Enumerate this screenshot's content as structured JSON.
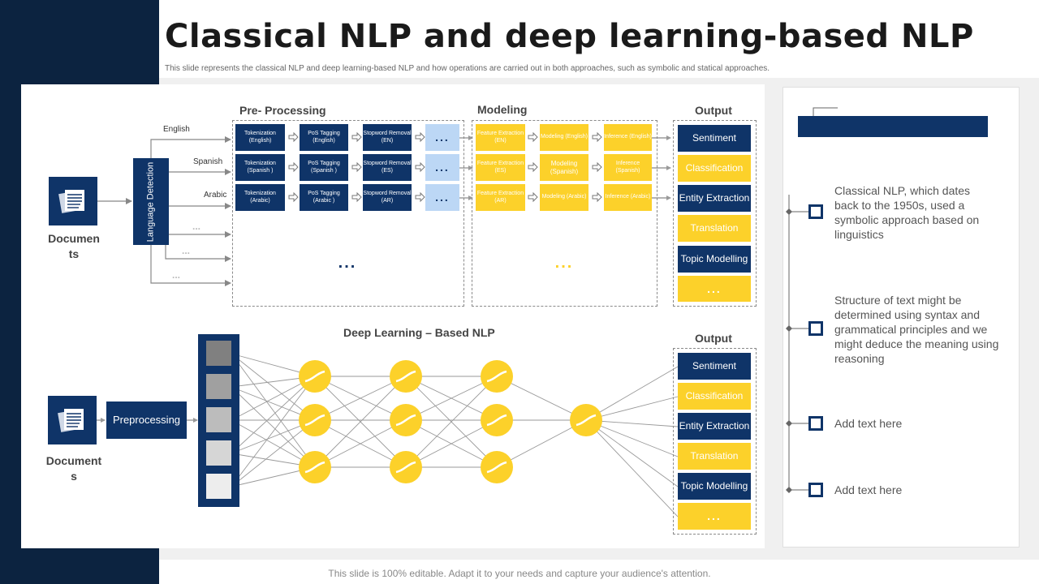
{
  "title": "Classical NLP and deep learning-based NLP",
  "subtitle": "This slide represents the classical NLP and deep learning-based NLP and how operations are carried out in both approaches, such as symbolic and statical approaches.",
  "footer": "This slide is 100% editable. Adapt it to your needs and capture your audience's attention.",
  "classical": {
    "documents_label_line1": "Documen",
    "documents_label_line2": "ts",
    "language_detection": "Language Detection",
    "languages": [
      "English",
      "Spanish",
      "Arabic"
    ],
    "more_dots": "...",
    "preprocessing_header": "Pre- Processing",
    "modeling_header": "Modeling",
    "output_header": "Output",
    "rows": [
      {
        "tokenization": "Tokenization (English)",
        "pos": "PoS Tagging (English)",
        "stopword": "Stopword Removal (EN)",
        "feature": "Feature Extraction (EN)",
        "modeling": "Modeling (English)",
        "inference": "Inference (English)"
      },
      {
        "tokenization": "Tokenization (Spanish )",
        "pos": "PoS Tagging (Spanish )",
        "stopword": "Stopword Removal (ES)",
        "feature": "Feature Extraction (ES)",
        "modeling": "Modeling (Spanish)",
        "inference": "Inference (Spanish)"
      },
      {
        "tokenization": "Tokenization (Arabic)",
        "pos": "PoS Tagging (Arabic )",
        "stopword": "Stopword Removal (AR)",
        "feature": "Feature Extraction (AR)",
        "modeling": "Modeling (Arabic)",
        "inference": "Inference (Arabic)"
      }
    ],
    "dots": "...",
    "outputs": [
      "Sentiment",
      "Classification",
      "Entity Extraction",
      "Translation",
      "Topic Modelling",
      "..."
    ]
  },
  "deep": {
    "header": "Deep Learning – Based NLP",
    "documents_label_line1": "Document",
    "documents_label_line2": "s",
    "preprocessing": "Preprocessing",
    "output_header": "Output",
    "outputs": [
      "Sentiment",
      "Classification",
      "Entity Extraction",
      "Translation",
      "Topic Modelling",
      "..."
    ]
  },
  "timeline": [
    "Classical NLP, which dates back to the 1950s, used a symbolic approach based on linguistics",
    "Structure of text might be determined using syntax and grammatical principles and we might deduce the meaning using reasoning",
    "Add text here",
    "Add text here"
  ],
  "colors": {
    "navy": "#0f3468",
    "yellow": "#fcd12a",
    "light_blue": "#bcd7f5",
    "dark_band": "#0c2340"
  }
}
